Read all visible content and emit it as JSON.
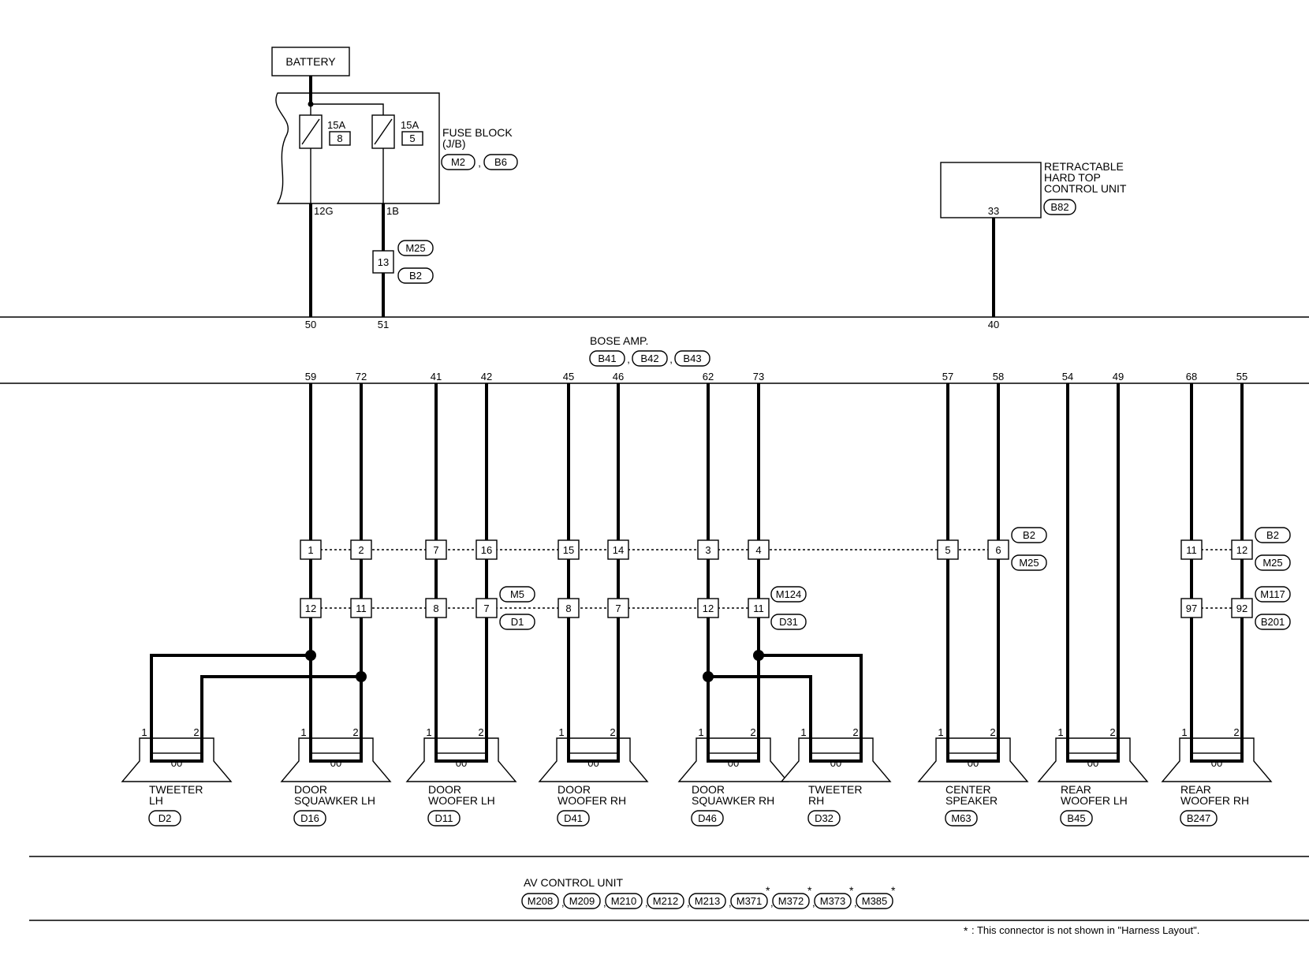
{
  "battery": "BATTERY",
  "fuse_block": {
    "title": "FUSE BLOCK",
    "sub": "(J/B)",
    "connectors": [
      "M2",
      "B6"
    ],
    "fuses": [
      {
        "amps": "15A",
        "num": "8",
        "wire": "12G"
      },
      {
        "amps": "15A",
        "num": "5",
        "wire": "1B"
      }
    ]
  },
  "inline_13": {
    "pin": "13",
    "connectors": [
      "M25",
      "B2"
    ]
  },
  "rht": {
    "lines": [
      "RETRACTABLE",
      "HARD TOP",
      "CONTROL UNIT"
    ],
    "pin": "33",
    "connector": "B82"
  },
  "amp": {
    "title": "BOSE AMP.",
    "connectors": [
      "B41",
      "B42",
      "B43"
    ],
    "top_pins": [
      "50",
      "51",
      "40"
    ],
    "bottom_pins": [
      "59",
      "72",
      "41",
      "42",
      "45",
      "46",
      "62",
      "73",
      "57",
      "58",
      "54",
      "49",
      "68",
      "55"
    ]
  },
  "row1": {
    "pins_a": [
      "1",
      "2",
      "7",
      "16",
      "15",
      "14",
      "3",
      "4",
      "5",
      "6"
    ],
    "pins_b": [
      "11",
      "12"
    ],
    "tags_a": [
      "B2",
      "M25"
    ],
    "tags_b": [
      "B2",
      "M25"
    ]
  },
  "row2": {
    "pins_a": [
      "12",
      "11",
      "8",
      "7"
    ],
    "pins_b": [
      "8",
      "7",
      "12",
      "11"
    ],
    "pins_c": [
      "97",
      "92"
    ],
    "tags_a": [
      "M5",
      "D1"
    ],
    "tags_b": [
      "M124",
      "D31"
    ],
    "tags_c": [
      "M117",
      "B201"
    ]
  },
  "speakers": [
    {
      "name1": "TWEETER",
      "name2": "LH",
      "conn": "D2"
    },
    {
      "name1": "DOOR",
      "name2": "SQUAWKER LH",
      "conn": "D16"
    },
    {
      "name1": "DOOR",
      "name2": "WOOFER LH",
      "conn": "D11"
    },
    {
      "name1": "DOOR",
      "name2": "WOOFER RH",
      "conn": "D41"
    },
    {
      "name1": "DOOR",
      "name2": "SQUAWKER RH",
      "conn": "D46"
    },
    {
      "name1": "TWEETER",
      "name2": "RH",
      "conn": "D32"
    },
    {
      "name1": "CENTER",
      "name2": "SPEAKER",
      "conn": "M63"
    },
    {
      "name1": "REAR",
      "name2": "WOOFER LH",
      "conn": "B45"
    },
    {
      "name1": "REAR",
      "name2": "WOOFER RH",
      "conn": "B247"
    }
  ],
  "speaker_pins": [
    "1",
    "2"
  ],
  "speaker_coil": "00",
  "av": {
    "title": "AV CONTROL UNIT",
    "connectors": [
      "M208",
      "M209",
      "M210",
      "M212",
      "M213",
      "M371",
      "M372",
      "M373",
      "M385"
    ],
    "starred": [
      false,
      false,
      false,
      false,
      false,
      true,
      true,
      true,
      true
    ],
    "sep": ","
  },
  "star": "*",
  "footnote": ": This connector is not shown in \"Harness Layout\"."
}
